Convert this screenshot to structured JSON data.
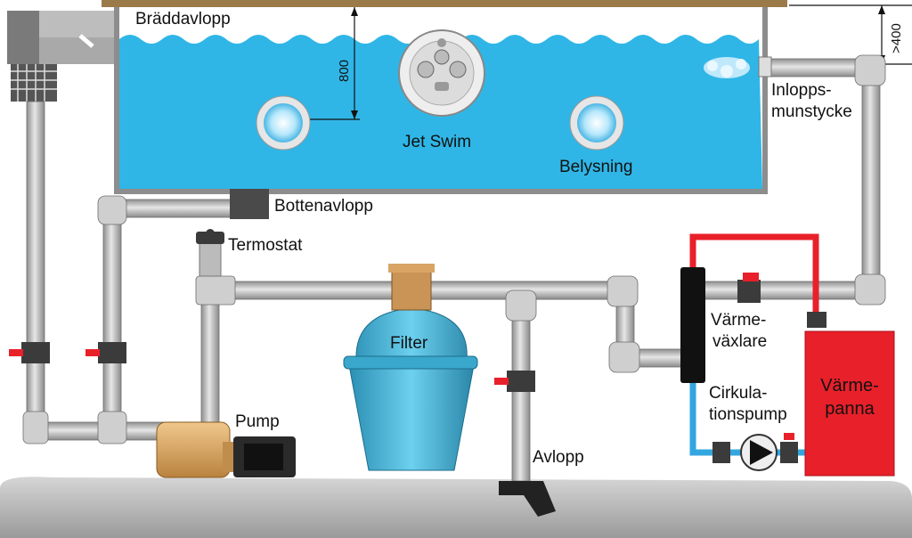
{
  "labels": {
    "overflow": "Bräddavlopp",
    "jet_swim": "Jet Swim",
    "lighting": "Belysning",
    "inlet_line1": "Inlopps-",
    "inlet_line2": "munstycke",
    "bottom_drain": "Bottenavlopp",
    "thermostat": "Termostat",
    "filter": "Filter",
    "heat_exchanger_line1": "Värme-",
    "heat_exchanger_line2": "växlare",
    "circ_pump_line1": "Cirkula-",
    "circ_pump_line2": "tionspump",
    "boiler_line1": "Värme-",
    "boiler_line2": "panna",
    "pump": "Pump",
    "drain": "Avlopp"
  },
  "dimensions": {
    "depth": "800",
    "height": ">400"
  },
  "colors": {
    "water": "#2fb6e6",
    "pipe": "#c9c9c9",
    "hot_pipe": "#e8202a",
    "cold_pipe": "#33a6e0",
    "boiler": "#e8202a",
    "filter": "#4fb8d8",
    "pump": "#d9a766",
    "deck": "#9b7a4a",
    "ground": "#bdbdbd"
  }
}
